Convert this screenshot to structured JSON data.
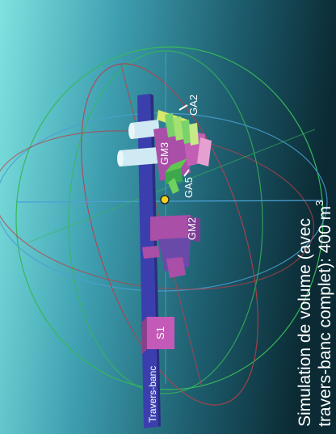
{
  "labels": {
    "ga2": "GA2",
    "gm3": "GM3",
    "ga5": "GA5",
    "gm2": "GM2",
    "s1": "S1",
    "travers_banc": "Travers-banc"
  },
  "caption": {
    "line1": "Simulation de volume (avec",
    "line2": "travers-banc complet): 400 m",
    "superscript": "3"
  },
  "colors": {
    "background_top": "#6fd6d8",
    "background_bottom": "#0d2f3a",
    "gallery": "#3b3fae",
    "chamber": "#a94fa8",
    "ga_green": "#5ec84f",
    "pipe": "#cfeaf3",
    "pink": "#e59fd0",
    "sphere_green": "#3bbf54",
    "sphere_red": "#b8404a",
    "sphere_blue": "#4a9ed0"
  }
}
